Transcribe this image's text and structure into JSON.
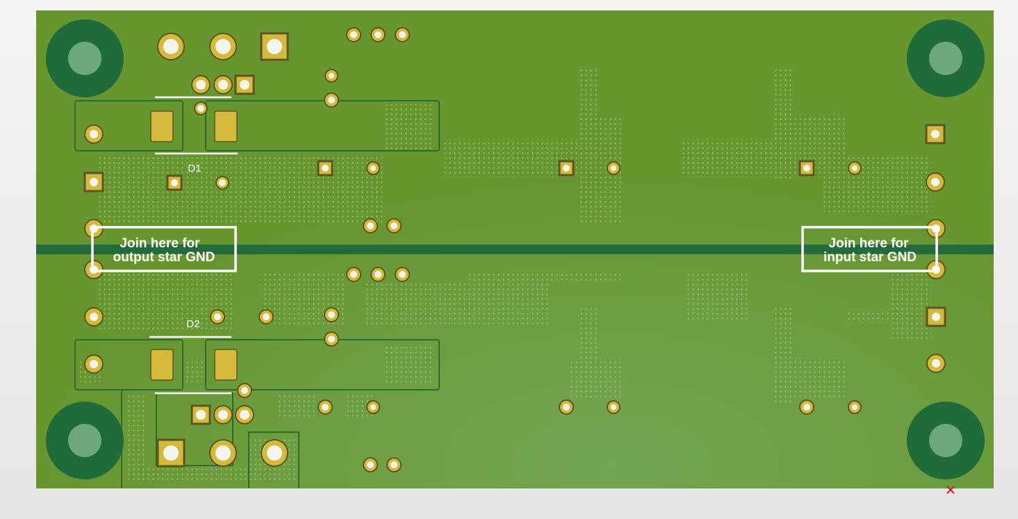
{
  "designators": {
    "d1": "D1",
    "d2": "D2"
  },
  "labels": {
    "output_gnd": {
      "line1": "Join here for",
      "line2": "output star GND"
    },
    "input_gnd": {
      "line1": "Join here for",
      "line2": "input star GND"
    }
  },
  "colors": {
    "background": "#eeeeee",
    "board": "#6a9a35",
    "copper_outline": "#2f6b2a",
    "ground_split": "#236b3a",
    "mount_ring": "#1f6b3a",
    "mount_hole": "#6da87c",
    "pad_gold": "#d4b93a",
    "pad_dark": "#5c5424",
    "silkscreen": "#ffffff",
    "via_dots": "#8cb86a"
  }
}
